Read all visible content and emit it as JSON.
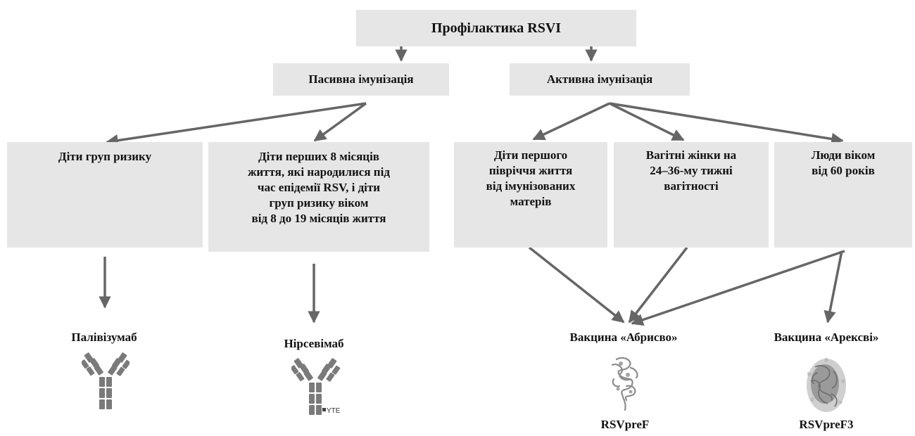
{
  "root": {
    "title": "Профілактика RSVI"
  },
  "passive": {
    "title": "Пасивна імунізація",
    "groups": [
      {
        "text": "Діти груп ризику",
        "drug": "Палівізумаб"
      },
      {
        "text": "Діти перших 8 місяців\nжиття, які народилися під\nчас епідемії RSV, і діти\nгруп ризику віком\nвід 8 до 19 місяців життя",
        "drug": "Нірсевімаб",
        "drug_tag": "YTE"
      }
    ]
  },
  "active": {
    "title": "Активна імунізація",
    "groups": [
      {
        "text": "Діти першого\nпівріччя життя\nвід імунізованих\nматерів"
      },
      {
        "text": "Вагітні жінки на\n24–36-му тижні\nвагітності"
      },
      {
        "text": "Люди віком\nвід 60 років"
      }
    ],
    "vaccines": [
      {
        "name": "Вакцина «Абрисво»",
        "protein": "RSVpreF"
      },
      {
        "name": "Вакцина «Арексві»",
        "protein": "RSVpreF3"
      }
    ]
  },
  "colors": {
    "box_fill": "#e6e6e6",
    "arrow": "#666666",
    "antibody": "#7a7a7a",
    "protein": "#8c8c8c"
  }
}
